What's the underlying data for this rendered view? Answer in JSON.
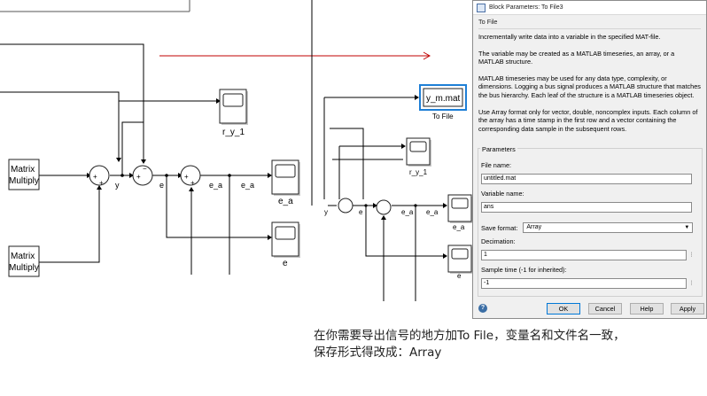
{
  "left_model": {
    "matrix_block_top": [
      "Matrix",
      "Multiply"
    ],
    "matrix_block_bottom": [
      "Matrix",
      "Multiply"
    ],
    "scope_r_y_1": "r_y_1",
    "scope_e_a": "e_a",
    "scope_e": "e",
    "signal_y": "y",
    "signal_e": "e",
    "signal_e_a_1": "e_a",
    "signal_e_a_2": "e_a",
    "sum_signs": [
      "+",
      "+",
      "+",
      "−",
      "+",
      "+"
    ]
  },
  "right_model": {
    "to_file_block": "y_m.mat",
    "to_file_label": "To File",
    "scope_r_y_1": "r_y_1",
    "scope_e_a": "e_a",
    "scope_e": "e",
    "signal_y": "y",
    "signal_e": "e",
    "signal_e_a_1": "e_a",
    "signal_e_a_2": "e_a"
  },
  "dialog": {
    "title": "Block Parameters: To File3",
    "block_type": "To File",
    "description": [
      "Incrementally write data into a variable in the specified MAT-file.",
      "The variable may be created as a MATLAB timeseries, an array, or a MATLAB structure.",
      "MATLAB timeseries may be used for any data type, complexity, or dimensions. Logging a bus signal produces a MATLAB structure that matches the bus hierarchy. Each leaf of the structure is a MATLAB timeseries object.",
      "Use Array format only for vector, double, noncomplex inputs. Each column of the array has a time stamp in the first row and a vector containing the corresponding data sample in the subsequent rows."
    ],
    "params_legend": "Parameters",
    "file_name_label": "File name:",
    "file_name_value": "untitled.mat",
    "variable_name_label": "Variable name:",
    "variable_name_value": "ans",
    "save_format_label": "Save format:",
    "save_format_value": "Array",
    "decimation_label": "Decimation:",
    "decimation_value": "1",
    "sample_time_label": "Sample time (-1 for inherited):",
    "sample_time_value": "-1",
    "buttons": {
      "ok": "OK",
      "cancel": "Cancel",
      "help": "Help",
      "apply": "Apply"
    },
    "help_icon_glyph": "?",
    "spin_glyph": "⋮",
    "caret_glyph": "▼"
  },
  "caption": {
    "line1": "在你需要导出信号的地方加To File，变量名和文件名一致，",
    "line2": "保存形式得改成：Array"
  },
  "colors": {
    "arrow_red": "#c00000",
    "to_file_highlight": "#1e7fd6",
    "ok_border": "#0078d7"
  }
}
